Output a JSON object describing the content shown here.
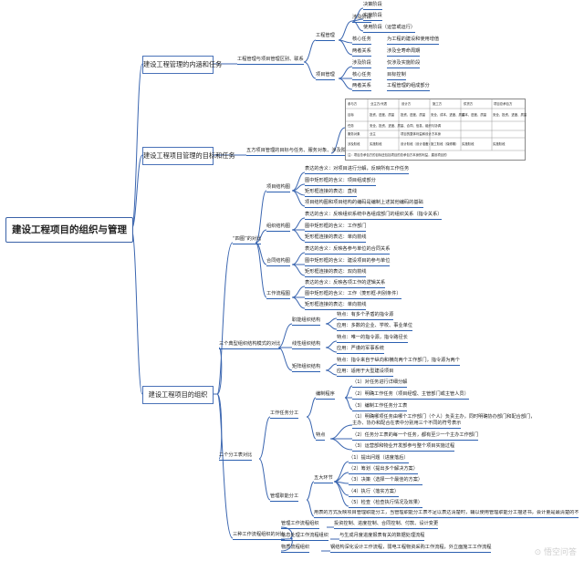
{
  "root": "建设工程项目的组织与管理",
  "sections": {
    "s1": "建设工程管理的内涵和任务",
    "s2": "建设工程项目管理的目标和任务",
    "s3": "建设工程项目的组织"
  },
  "s1": {
    "sub": "工程管理与项目管理区别、联系",
    "gc": "工程管理",
    "xm": "项目管理",
    "gc_items": [
      "涉及阶段",
      "核心任务",
      "两者关系"
    ],
    "gc_leaf1": [
      "决策阶段",
      "实施阶段",
      "使用阶段（运营或运行）"
    ],
    "gc_leaf2": "为工程的建设和使用增值",
    "gc_leaf3": "涉及全寿命周期",
    "xm_items": [
      "涉及阶段",
      "核心任务",
      "两者关系"
    ],
    "xm_leaf1": "仅涉及实施阶段",
    "xm_leaf2": "目标控制",
    "xm_leaf3": "工程管理的组成部分"
  },
  "s2": {
    "sub": "五方项目管理的目标与任务、服务对象、涉及阶段"
  },
  "s3": {
    "four": "“四图”的对比",
    "proj_struct": "项目结构图",
    "ps": [
      "表达的含义：对项目进行分解，反映所有工作任务",
      "图中矩形框的含义：项目组成部分",
      "矩形框连接的表达：直线",
      "项目结构图和项目结构的编码是编制上述其他编码的基础"
    ],
    "org": "组织结构图",
    "og": [
      "表达的含义：反映组织系统中各组成部门的组织关系（指令关系）",
      "图中矩形框的含义：工作部门",
      "矩形框连接的表达：单向箭线"
    ],
    "contract": "合同结构图",
    "ct": [
      "表达的含义：反映各参与单位的合同关系",
      "图中矩形框的含义：建设项目的参与单位",
      "矩形框连接的表达：双向箭线"
    ],
    "flow": "工作流程图",
    "fl": [
      "表达的含义：反映各项工作的逻辑关系",
      "图中矩形框的含义：工作（菱形框-判别条件）",
      "矩形框连接的表达：单向箭线"
    ],
    "three": "三个典型组织结构模式的对比",
    "func": "职能组织结构",
    "fu": [
      "特点：有多个矛盾的指令源",
      "应用：多数的企业、学校、事业单位"
    ],
    "line": "线性组织结构",
    "li": [
      "特点：唯一的指令源，指令路径长",
      "应用：严谨的军事系统"
    ],
    "matrix": "矩阵组织结构",
    "mx": [
      "特点：指令来自于纵向和横向两个工作部门，指令源为两个",
      "应用：适用于大型建设项目"
    ],
    "two": "二个分工表对比",
    "task": "工作任务分工",
    "prog": "编制程序",
    "pg": [
      "（1）对任务进行详细分解",
      "（2）明确工作任务（项目经理、主管部门或主管人员）",
      "（3）编制工作任务分工表"
    ],
    "feat": "特点",
    "ft": [
      "（1）明确哪项任务由哪个工作部门（个人）负责主办，同时明确协办部门和配合部门，",
      "主办、协办和配合在表中分别用三个不同的符号表示",
      "（2）任务分工表的每一个任务，都有至少一个主办工作部门",
      "（3）运营部和物业开发部参与整个项目实施过程"
    ],
    "mgmt": "管理职能分工",
    "five": "五大环节",
    "fv": [
      "（1）提出问题（进度落后）",
      "（2）筹划（提出多个解决方案）",
      "（3）决策（选择一个最佳的方案）",
      "（4）执行（落实方案）",
      "（5）检查（检查执行情况及效果）"
    ],
    "mgmt_note": "用表的方式反映项目管理职能分工，当管理职能分工表不足以表达清楚时，辅以使用管理职能分工描述书，会计量是最清楚的不限",
    "flow3": "三种工作流程组织的对比",
    "wf": [
      "管理工作流程组织",
      "信息处理工作流程组织",
      "物质流程组织"
    ],
    "wf_leaf": [
      "投资控制、进度控制、合同控制、付款、设计变更",
      "与生成月度进度报表有关的数据处理流程",
      "钢结构深化设计工作流程，弱电工程物资采购工作流程，外立面施工工作流程"
    ]
  },
  "table": {
    "header": [
      "参与方",
      "业主方/代表",
      "设计方",
      "施工方",
      "供货方",
      "项目总承包方"
    ],
    "rows": [
      [
        "目标",
        "投资、进度、质量",
        "投资、进度、质量",
        "安全、成本、进度、质量",
        "成本、进度、质量",
        "安全、投资、进度、质量"
      ],
      [
        "任务",
        "安全、投资、进度、质量、合同、信息、组织与协调",
        "",
        "",
        "",
        ""
      ],
      [
        "服务对象",
        "业主",
        "项目的整体利益和设计方本身",
        "",
        "",
        ""
      ],
      [
        "涉及阶段",
        "实施阶段",
        "设计阶段（设计准备）",
        "施工阶段（保修期）",
        "实施阶段",
        "实施阶段"
      ]
    ],
    "note": "注：项目总承包方的目标还包括项目的总承包方本身的利益，建设项目的"
  },
  "watermark": "⊙ 悟空问答"
}
